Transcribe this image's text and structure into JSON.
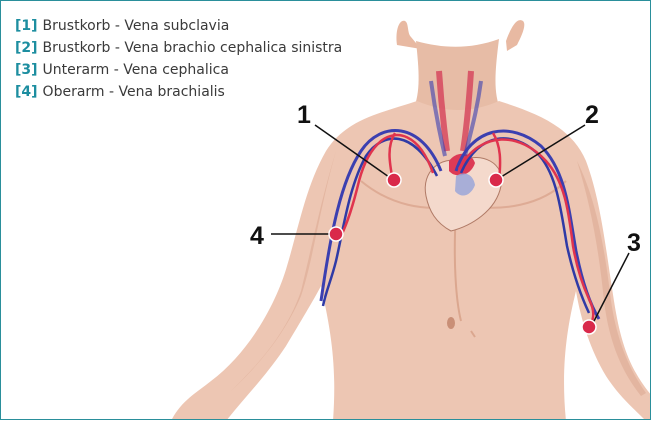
{
  "legend": {
    "items": [
      {
        "num": "[1]",
        "text": "Brustkorb - Vena subclavia"
      },
      {
        "num": "[2]",
        "text": "Brustkorb - Vena brachio cephalica sinistra"
      },
      {
        "num": "[3]",
        "text": "Unterarm - Vena cephalica"
      },
      {
        "num": "[4]",
        "text": "Oberarm - Vena brachialis"
      }
    ]
  },
  "callouts": [
    "1",
    "2",
    "3",
    "4"
  ],
  "colors": {
    "accent": "#1d8ea0",
    "skin": "#edc6b3",
    "skin_shadow": "#dba88f",
    "vein": "#3b3fb0",
    "artery": "#e0344e",
    "marker": "#d9294a",
    "frame": "#2a8f9b"
  }
}
